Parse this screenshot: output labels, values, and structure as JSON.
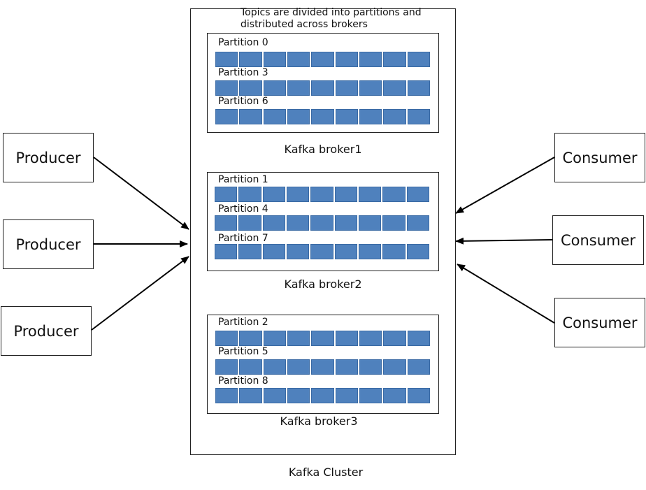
{
  "cluster": {
    "caption": "Topics are divided into partitions and distributed across brokers",
    "label": "Kafka Cluster"
  },
  "producers": [
    {
      "label": "Producer"
    },
    {
      "label": "Producer"
    },
    {
      "label": "Producer"
    }
  ],
  "consumers": [
    {
      "label": "Consumer"
    },
    {
      "label": "Consumer"
    },
    {
      "label": "Consumer"
    }
  ],
  "brokers": [
    {
      "label": "Kafka broker1",
      "partitions": [
        "Partition 0",
        "Partition 3",
        "Partition 6"
      ]
    },
    {
      "label": "Kafka broker2",
      "partitions": [
        "Partition 1",
        "Partition 4",
        "Partition 7"
      ]
    },
    {
      "label": "Kafka broker3",
      "partitions": [
        "Partition 2",
        "Partition 5",
        "Partition 8"
      ]
    }
  ],
  "segments_per_partition": 9,
  "colors": {
    "segment_fill": "#4f81bd",
    "segment_border": "#3a6aa4",
    "line": "#000000"
  }
}
